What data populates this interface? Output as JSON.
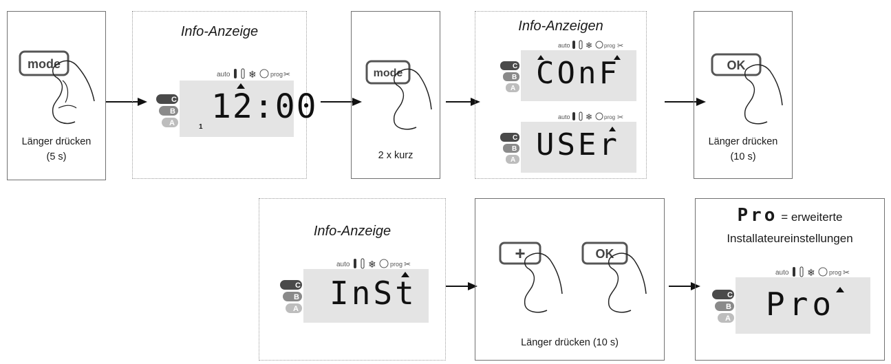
{
  "steps": {
    "s1": {
      "button": "mode",
      "caption_line1": "Länger drücken",
      "caption_line2": "(5 s)"
    },
    "s2": {
      "title": "Info-Anzeige",
      "display": "12:00",
      "sub": "1"
    },
    "s3": {
      "button": "mode",
      "caption": "2 x kurz"
    },
    "s4": {
      "title": "Info-Anzeigen",
      "display_top": "COnF",
      "display_bottom": "USEr"
    },
    "s5": {
      "button": "OK",
      "caption_line1": "Länger drücken",
      "caption_line2": "(10 s)"
    },
    "s6": {
      "title": "Info-Anzeige",
      "display": "InSt"
    },
    "s7": {
      "button_left": "+",
      "button_right": "OK",
      "caption": "Länger drücken (10 s)"
    },
    "s8": {
      "code": "Pro",
      "title_suffix": "= erweiterte",
      "title_line2": "Installateureinstellungen",
      "display": "Pro"
    }
  },
  "lcd": {
    "mode_labels": [
      "C",
      "B",
      "A"
    ],
    "auto_label": "auto",
    "prog_label": "prog"
  },
  "colors": {
    "lcd_bg": "#e4e4e4",
    "pill_c": "#4a4a4a",
    "pill_b": "#8a8a8a",
    "pill_a": "#bdbdbd",
    "border": "#707070"
  }
}
